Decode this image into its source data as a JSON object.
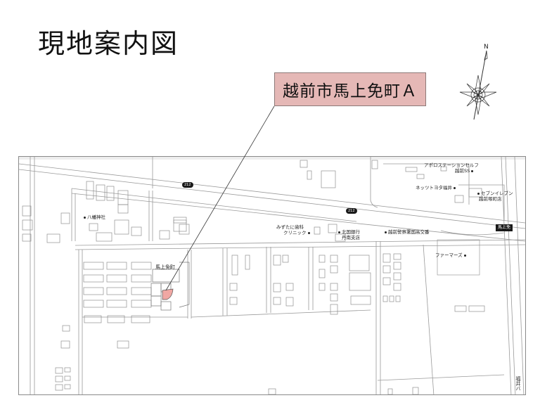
{
  "page": {
    "title": "現地案内図"
  },
  "callout": {
    "label": "越前市馬上免町Ａ",
    "fill_color": "#e5b8b6"
  },
  "compass": {
    "north_label": "N"
  },
  "map": {
    "target_parcel_color": "#f0a7a3",
    "district_label": "馬上免町",
    "route_badges": [
      {
        "label": "212",
        "position": "upper-left road"
      },
      {
        "label": "212",
        "position": "middle road"
      }
    ],
    "intersection_sign": "馬上免",
    "road_label_vertical": "福井バ",
    "poi": [
      {
        "name": "八幡神社"
      },
      {
        "name": "アポロステーションセルフ 越前SS"
      },
      {
        "name": "ネッツトヨタ福井"
      },
      {
        "name": "セブンイレブン 越前塚町店"
      },
      {
        "name": "みずたに歯科 クリニック"
      },
      {
        "name": "北国銀行 丹南支店"
      },
      {
        "name": "越前警察署国高交番"
      },
      {
        "name": "ファーマーズ"
      }
    ],
    "labels": {
      "apollo_line1": "アポロステーションセルフ",
      "apollo_line2": "越前SS",
      "netz": "ネッツトヨタ福井",
      "seven_line1": "セブンイレブン",
      "seven_line2": "越前塚町店",
      "mizutani_line1": "みずたに歯科",
      "mizutani_line2": "クリニック",
      "hokkoku_line1": "北国銀行",
      "hokkoku_line2": "丹南支店",
      "koban": "越前警察署国高交番",
      "farmers": "ファーマーズ",
      "hachiman": "八幡神社"
    }
  }
}
